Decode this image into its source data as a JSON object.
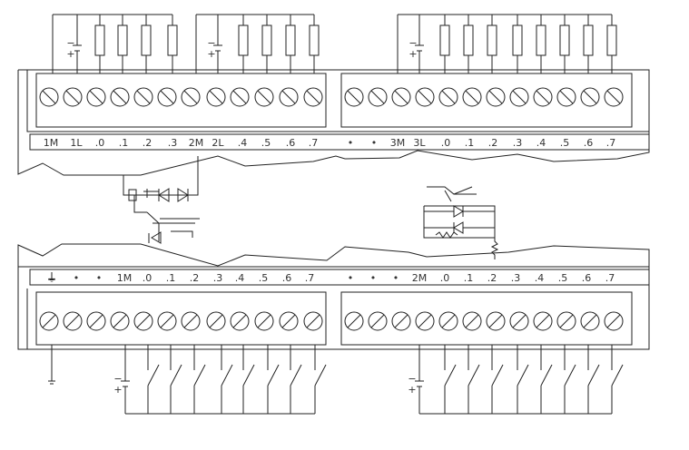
{
  "diagram": {
    "type": "PLC I/O wiring diagram",
    "top_module": {
      "left_labels": [
        "1M",
        "1L",
        ".0",
        ".1",
        ".2",
        ".3",
        "2M",
        "2L",
        ".4",
        ".5",
        ".6",
        ".7"
      ],
      "right_labels": [
        "•",
        "•",
        "3M",
        "3L",
        ".0",
        ".1",
        ".2",
        ".3",
        ".4",
        ".5",
        ".6",
        ".7"
      ]
    },
    "bottom_module": {
      "left_labels": [
        "⏚",
        "•",
        "•",
        "1M",
        ".0",
        ".1",
        ".2",
        ".3",
        ".4",
        ".5",
        ".6",
        ".7"
      ],
      "right_labels": [
        "•",
        "•",
        "•",
        "2M",
        ".0",
        ".1",
        ".2",
        ".3",
        ".4",
        ".5",
        ".6",
        ".7"
      ]
    },
    "polarity": {
      "minus": "−",
      "plus": "+"
    }
  }
}
